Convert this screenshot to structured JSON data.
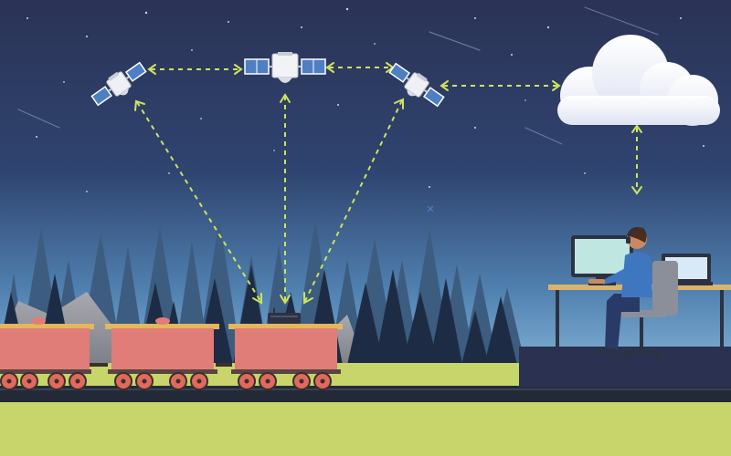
{
  "scene": {
    "description_visible_text": "",
    "elements": {
      "satellites": [
        "satellite-left",
        "satellite-center",
        "satellite-right"
      ],
      "cloud": "cloud-icon",
      "train": {
        "wagons": 3,
        "tracker_device": "gps-tracker-device"
      },
      "operator": "operator-at-desk"
    }
  },
  "colors": {
    "sky_top": "#2b3356",
    "sky_mid": "#35527e",
    "sky_horizon": "#6aa0cc",
    "link_dash": "#cfe35a",
    "tree_back": "#3a5a7c",
    "tree_front": "#1c2d45",
    "grass": "#c7d56a",
    "track": "#222a38",
    "wagon": "#e07d78",
    "wagon_rim": "#e3b85b",
    "wheel": "#e06a5e",
    "platform": "#2b3150",
    "desk": "#d9b56b",
    "monitor_screen": "#bfe6e0",
    "shirt": "#3f76c0",
    "pants": "#2a3a66",
    "chair": "#8b8f99",
    "cloud": "#ffffff",
    "panel_blue": "#4d7fc2"
  }
}
